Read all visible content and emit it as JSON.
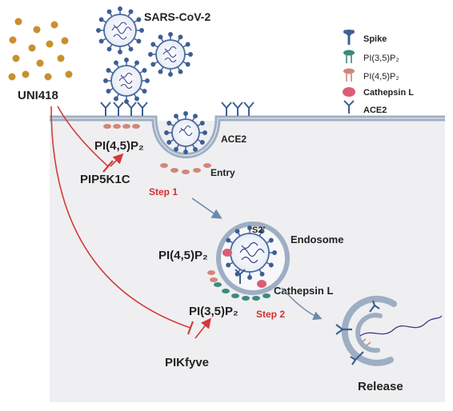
{
  "virus_label": "SARS-CoV-2",
  "drug": {
    "name": "UNI418"
  },
  "legend": {
    "spike": "Spike",
    "pi35p2": "PI(3,5)P₂",
    "pi45p2": "PI(4,5)P₂",
    "cathepsin": "Cathepsin L",
    "ace2": "ACE2"
  },
  "labels": {
    "pi45p2_membrane": "PI(4,5)P₂",
    "pip5k1c": "PIP5K1C",
    "ace2_membrane": "ACE2",
    "entry": "Entry",
    "step1": "Step 1",
    "s2prime": "S2′",
    "endosome": "Endosome",
    "pi45p2_endosome": "PI(4,5)P₂",
    "cathepsin_endosome": "Cathepsin L",
    "pi35p2_endosome": "PI(3,5)P₂",
    "step2": "Step 2",
    "pikfyve": "PIKfyve",
    "release": "Release"
  },
  "colors": {
    "cell": "#efeff1",
    "membrane": "#9eaec3",
    "spike": "#3d5f94",
    "pi35p2": "#3b8a7c",
    "pi45p2": "#d2867a",
    "cathepsin": "#db5d78",
    "inhibit": "#d33a3a",
    "drug_dot": "#c8902e",
    "rna": "#3a3f8a",
    "arrow": "#6c8aab"
  }
}
